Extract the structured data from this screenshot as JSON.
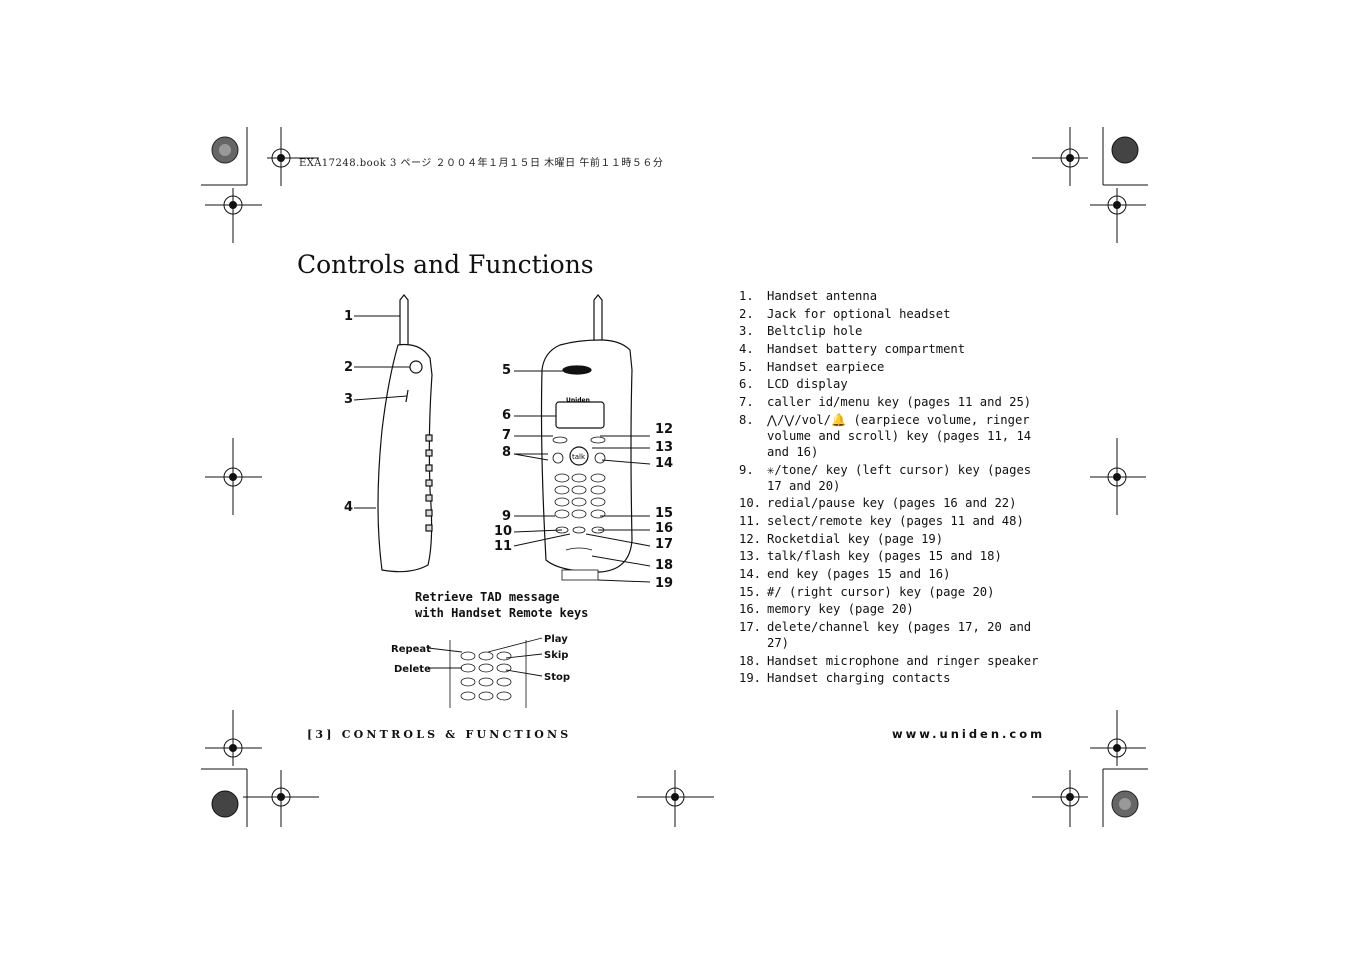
{
  "header": {
    "print_info": "EXA17248.book  3 ページ  ２００４年１月１５日  木曜日  午前１１時５６分"
  },
  "page": {
    "title": "Controls and Functions"
  },
  "diagram": {
    "brand": "Uniden",
    "talk_key": "talk",
    "callouts": [
      "1",
      "2",
      "3",
      "4",
      "5",
      "6",
      "7",
      "8",
      "9",
      "10",
      "11",
      "12",
      "13",
      "14",
      "15",
      "16",
      "17",
      "18",
      "19"
    ],
    "caption_line1": "Retrieve TAD message",
    "caption_line2": "with Handset Remote keys",
    "remote_labels": {
      "repeat": "Repeat",
      "delete": "Delete",
      "play": "Play",
      "skip": "Skip",
      "stop": "Stop"
    }
  },
  "functions": [
    {
      "num": "1.",
      "text": "Handset antenna"
    },
    {
      "num": "2.",
      "text": "Jack for optional headset"
    },
    {
      "num": "3.",
      "text": "Beltclip hole"
    },
    {
      "num": "4.",
      "text": "Handset battery compartment"
    },
    {
      "num": "5.",
      "text": "Handset earpiece"
    },
    {
      "num": "6.",
      "text": "LCD display"
    },
    {
      "num": "7.",
      "text": "caller id/menu key (pages 11 and 25)"
    },
    {
      "num": "8.",
      "text": "⋀/⋁/vol/🔔 (earpiece volume, ringer volume and scroll) key (pages 11, 14 and 16)"
    },
    {
      "num": "9.",
      "text": "✳/tone/   key (left cursor) key (pages 17 and 20)"
    },
    {
      "num": "10.",
      "text": "redial/pause key (pages 16 and 22)"
    },
    {
      "num": "11.",
      "text": "select/remote key (pages 11 and 48)"
    },
    {
      "num": "12.",
      "text": "Rocketdial key (page 19)"
    },
    {
      "num": "13.",
      "text": "talk/flash key (pages 15 and 18)"
    },
    {
      "num": "14.",
      "text": "end key (pages 15 and 16)"
    },
    {
      "num": "15.",
      "text": "#/   (right cursor) key (page 20)"
    },
    {
      "num": "16.",
      "text": "memory key (page 20)"
    },
    {
      "num": "17.",
      "text": "delete/channel key (pages 17, 20 and 27)"
    },
    {
      "num": "18.",
      "text": "Handset microphone and ringer speaker"
    },
    {
      "num": "19.",
      "text": "Handset charging contacts"
    }
  ],
  "footer": {
    "left": "[3] CONTROLS & FUNCTIONS",
    "right": "www.uniden.com"
  }
}
